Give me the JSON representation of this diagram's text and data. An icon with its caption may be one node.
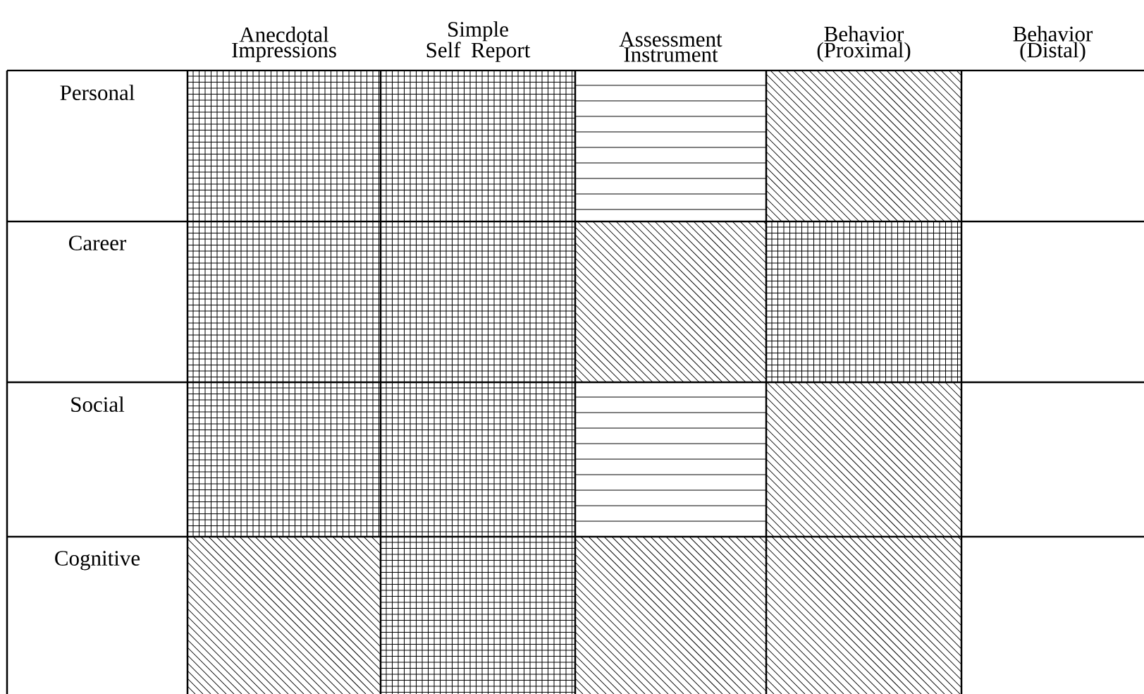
{
  "diagram": {
    "labels": [
      "Anecdotal Impressions",
      "Simple Self Report",
      "Assessment Instrument",
      "Behavior (Proximal)",
      "Behavior (Distal)",
      "Personal",
      "Career",
      "Social",
      "Cognitive"
    ]
  }
}
